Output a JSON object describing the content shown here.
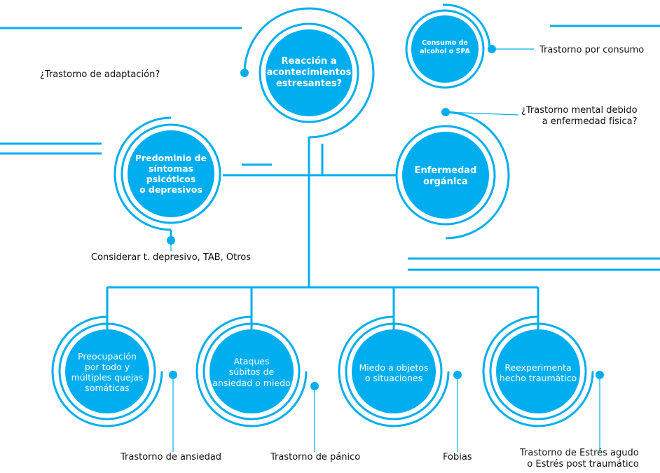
{
  "colors": {
    "accent": "#00AEEF",
    "text": "#111111",
    "circle_text": "#ffffff"
  },
  "nodes": {
    "center": "Reacción a\nacontecimientos\nestresantes?",
    "alcohol": "Consumo de\nalcohol o SPA",
    "psychotic": "Predominio de\nsíntomas\npsicóticos\no depresivos",
    "organic": "Enfermedad\norgánica",
    "worry": "Preocupación\npor todo y\nmúltiples quejas\nsomáticas",
    "attacks": "Ataques\nsúbitos de\nansiedad o miedo",
    "fear": "Miedo a objetos\no situaciones",
    "reexp": "Reexperimenta\nhecho traumático"
  },
  "labels": {
    "adaptation": "¿Trastorno de adaptación?",
    "consumption": "Trastorno por consumo",
    "physical": "¿Trastorno mental debido\na enfermedad física?",
    "consider": "Considerar t. depresivo, TAB, Otros",
    "anxiety": "Trastorno de ansiedad",
    "panic": "Trastorno de pánico",
    "phobias": "Fobias",
    "stress": "Trastorno de Estrés agudo\no Estrés post traumático"
  }
}
